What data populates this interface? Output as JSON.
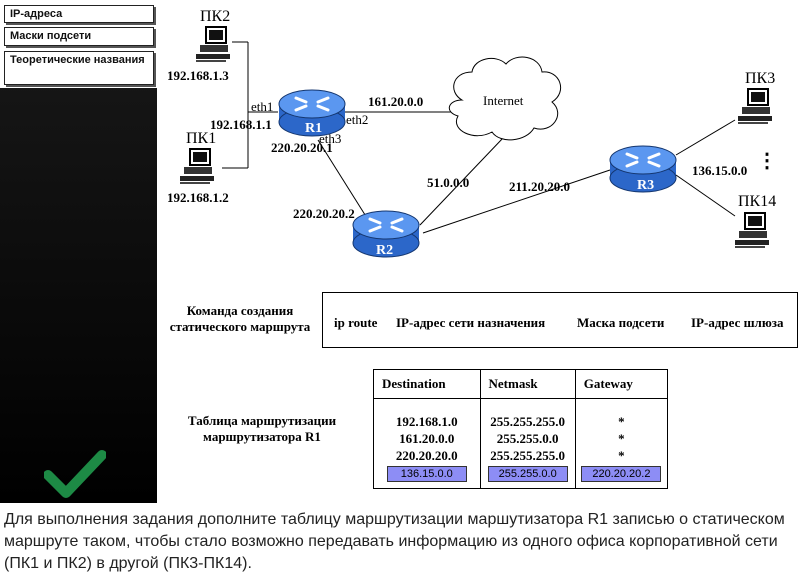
{
  "sidebar": {
    "nav": [
      {
        "label": "IP-адреса"
      },
      {
        "label": "Маски подсети"
      },
      {
        "label": "Теоретические названия"
      }
    ]
  },
  "diagram": {
    "routers": [
      {
        "name": "R1"
      },
      {
        "name": "R2"
      },
      {
        "name": "R3"
      }
    ],
    "cloud": "Internet",
    "pcs": [
      {
        "name": "ПК2",
        "ip": "192.168.1.3"
      },
      {
        "name": "ПК1",
        "ip": "192.168.1.2"
      },
      {
        "name": "ПК3"
      },
      {
        "name": "ПК14"
      }
    ],
    "interfaces": {
      "eth1": "eth1",
      "eth2": "eth2",
      "eth3": "eth3"
    },
    "addresses": {
      "r1_eth1": "192.168.1.1",
      "r1_eth3": "220.20.20.1",
      "r2_left": "220.20.20.2",
      "net_161": "161.20.0.0",
      "net_51": "51.0.0.0",
      "net_211": "211.20.20.0",
      "net_136": "136.15.0.0"
    },
    "ellipsis": "⋮"
  },
  "command": {
    "title": "Команда создания статического маршрута",
    "parts": [
      "ip route",
      "IP-адрес сети назначения",
      "Маска подсети",
      "IP-адрес шлюза"
    ]
  },
  "routing_table": {
    "title": "Таблица маршрутизации маршрутизатора R1",
    "headers": [
      "Destination",
      "Netmask",
      "Gateway"
    ],
    "rows": [
      {
        "destination": "192.168.1.0",
        "netmask": "255.255.255.0",
        "gateway": "*"
      },
      {
        "destination": "161.20.0.0",
        "netmask": "255.255.0.0",
        "gateway": "*"
      },
      {
        "destination": "220.20.20.0",
        "netmask": "255.255.255.0",
        "gateway": "*"
      }
    ],
    "answer": {
      "destination": "136.15.0.0",
      "netmask": "255.255.0.0",
      "gateway": "220.20.20.2"
    }
  },
  "task_text": "Для выполнения задания дополните таблицу маршрутизации маршутизатора R1 записью о статическом маршруте таком, чтобы стало возможно передавать информацию из одного офиса корпоративной сети (ПК1 и ПК2) в другой (ПК3-ПК14).",
  "colors": {
    "router": "#3f7fe6",
    "answer_fill": "#8d8df5",
    "check": "#1d8a45"
  }
}
